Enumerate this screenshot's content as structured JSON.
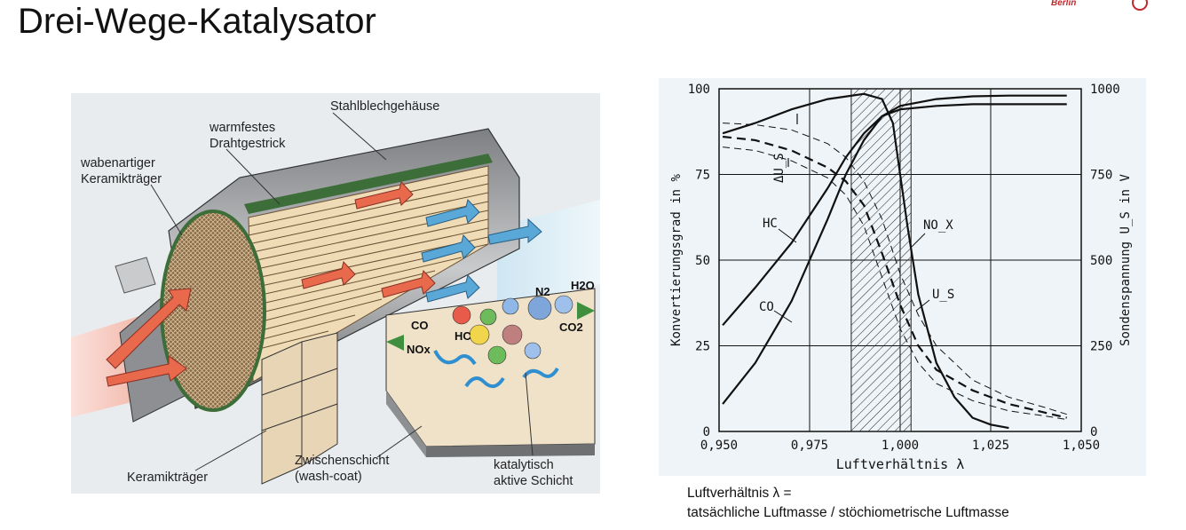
{
  "slide": {
    "title": "Drei-Wege-Katalysator",
    "logo_text": "Berlin",
    "caption_line1": "Luftverhältnis λ =",
    "caption_line2": "tatsächliche Luftmasse / stöchiometrische Luftmasse"
  },
  "illustration": {
    "labels": {
      "housing": "Stahlblechgehäuse",
      "wire1": "warmfestes",
      "wire2": "Drahtgestrick",
      "honey1": "wabenartiger",
      "honey2": "Keramikträger",
      "ceramic": "Keramikträger",
      "wash1": "Zwischenschicht",
      "wash2": "(wash-coat)",
      "cat1": "katalytisch",
      "cat2": "aktive Schicht"
    },
    "molecules": {
      "co": "CO",
      "nox": "NOx",
      "hc": "HC",
      "n2": "N2",
      "h2o": "H2O",
      "co2": "CO2"
    }
  },
  "chart_data": {
    "type": "line",
    "xlabel": "Luftverhältnis λ",
    "ylabel_left": "Konvertierungsgrad in %",
    "ylabel_right": "Sondenspannung U_S in V",
    "xlim": [
      0.95,
      1.05
    ],
    "ylim_left": [
      0,
      100
    ],
    "ylim_right": [
      0,
      1000
    ],
    "x_ticks": [
      "0,950",
      "0,975",
      "1,000",
      "1,025",
      "1,050"
    ],
    "x_tick_values": [
      0.95,
      0.975,
      1.0,
      1.025,
      1.05
    ],
    "y_left_ticks": [
      0,
      25,
      50,
      75,
      100
    ],
    "y_right_ticks": [
      0,
      250,
      500,
      750,
      1000
    ],
    "grid": true,
    "shaded_window": [
      0.9865,
      1.003
    ],
    "annotations": {
      "delta_us": "ΔU_S",
      "hc": "HC",
      "co": "CO",
      "nox": "NO_X",
      "us": "U_S"
    },
    "series": [
      {
        "name": "HC",
        "style": "solid",
        "x": [
          0.951,
          0.96,
          0.97,
          0.98,
          0.985,
          0.99,
          0.995,
          1.0,
          1.01,
          1.02,
          1.03,
          1.04,
          1.046
        ],
        "y": [
          31,
          42,
          55,
          71,
          80,
          87,
          92,
          95,
          97,
          97.8,
          98,
          98,
          98
        ]
      },
      {
        "name": "CO",
        "style": "solid",
        "x": [
          0.951,
          0.96,
          0.97,
          0.98,
          0.985,
          0.99,
          0.995,
          1.0,
          1.01,
          1.02,
          1.03,
          1.04,
          1.046
        ],
        "y": [
          8,
          20,
          38,
          62,
          75,
          85,
          92,
          94,
          95,
          95.5,
          95.5,
          95.5,
          95.5
        ]
      },
      {
        "name": "NO_X",
        "style": "solid",
        "x": [
          0.951,
          0.96,
          0.97,
          0.98,
          0.99,
          0.995,
          0.998,
          1.0,
          1.002,
          1.005,
          1.01,
          1.015,
          1.02,
          1.025,
          1.03
        ],
        "y": [
          87,
          90,
          94,
          97,
          98.5,
          97,
          90,
          75,
          60,
          40,
          20,
          10,
          4,
          2,
          1
        ]
      },
      {
        "name": "U_S",
        "style": "dashed",
        "x": [
          0.951,
          0.96,
          0.97,
          0.98,
          0.985,
          0.99,
          0.995,
          1.0,
          1.005,
          1.01,
          1.02,
          1.03,
          1.04,
          1.046
        ],
        "y": [
          860,
          850,
          820,
          770,
          730,
          660,
          520,
          370,
          250,
          180,
          120,
          80,
          55,
          40
        ]
      },
      {
        "name": "U_S (upper)",
        "style": "thin-dashed",
        "x": [
          0.951,
          0.96,
          0.97,
          0.98,
          0.985,
          0.99,
          0.995,
          1.0,
          1.005,
          1.01,
          1.02,
          1.03,
          1.04,
          1.046
        ],
        "y": [
          900,
          895,
          880,
          840,
          800,
          730,
          620,
          460,
          340,
          250,
          150,
          100,
          70,
          50
        ]
      },
      {
        "name": "U_S (lower)",
        "style": "thin-dashed",
        "x": [
          0.951,
          0.96,
          0.97,
          0.98,
          0.985,
          0.99,
          0.995,
          1.0,
          1.005,
          1.01,
          1.02,
          1.03,
          1.04,
          1.046
        ],
        "y": [
          830,
          820,
          790,
          740,
          690,
          600,
          450,
          300,
          200,
          140,
          90,
          60,
          45,
          35
        ]
      }
    ]
  }
}
